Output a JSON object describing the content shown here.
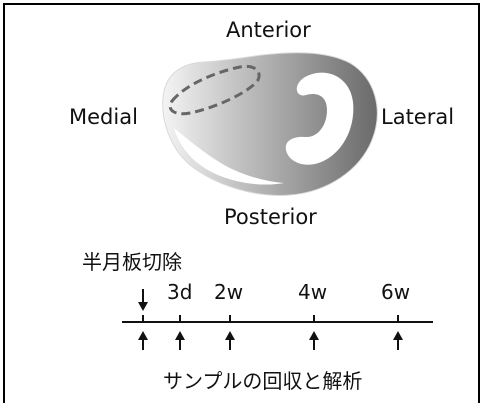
{
  "diagram": {
    "orientation_labels": {
      "anterior": "Anterior",
      "medial": "Medial",
      "lateral": "Lateral",
      "posterior": "Posterior"
    },
    "surgery_label": "半月板切除",
    "timepoints": [
      "3d",
      "2w",
      "4w",
      "6w"
    ],
    "caption": "サンプルの回収と解析",
    "colors": {
      "tissue_gradient_start": "#f2f2f2",
      "tissue_gradient_end": "#6e6e6e",
      "outline": "#555555",
      "dashed_region": "#666666"
    }
  }
}
